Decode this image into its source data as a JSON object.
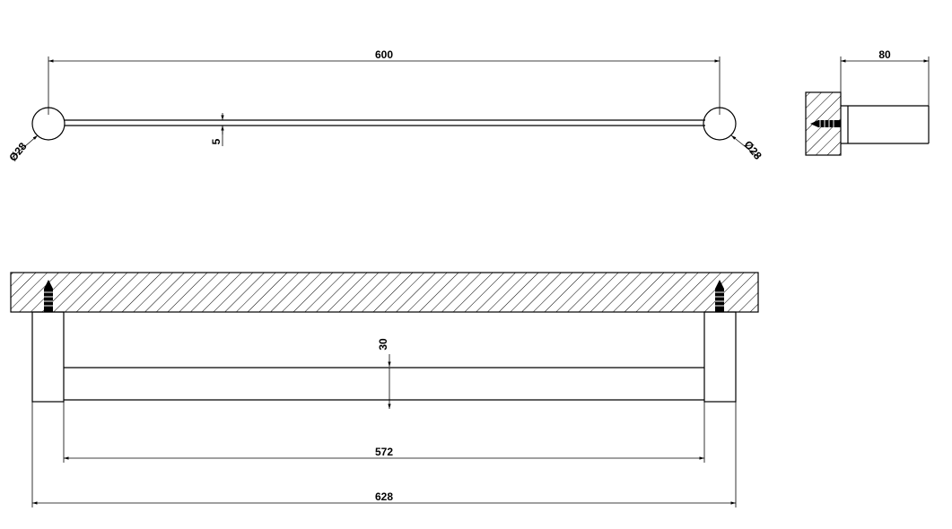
{
  "dimensions": {
    "top_length": "600",
    "bar_thickness": "5",
    "diameter_left": "Ø28",
    "diameter_right": "Ø28",
    "projection": "80",
    "bar_height": "30",
    "inner_length": "572",
    "overall_length": "628"
  }
}
